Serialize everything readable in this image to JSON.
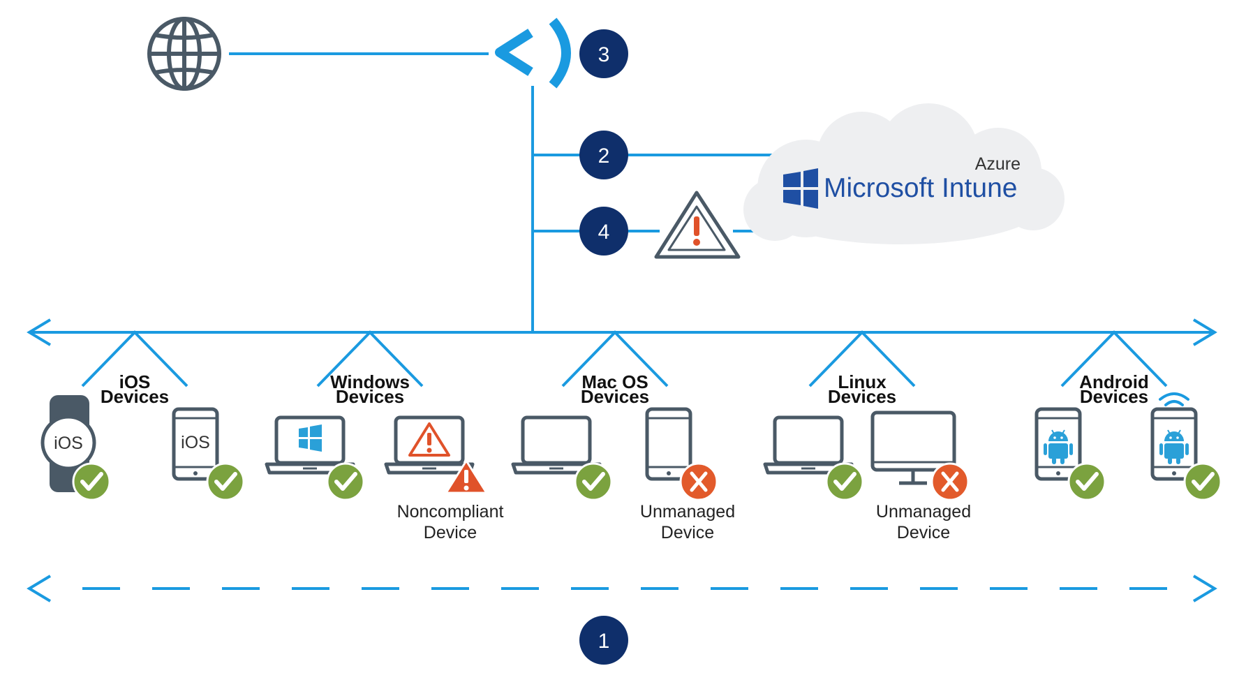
{
  "colors": {
    "line": "#1a9ae0",
    "step_circle": "#0f2f6b",
    "device_stroke": "#4a5966",
    "check_green": "#7ba23f",
    "cross_red": "#e25a2b",
    "warning_red": "#e0522a",
    "intune_blue": "#1f4fa3",
    "cloud": "#eeeff1",
    "windows_logo": "#2aa0d8",
    "android_logo": "#2aa0d8"
  },
  "steps": {
    "s1": "1",
    "s2": "2",
    "s3": "3",
    "s4": "4"
  },
  "cloud": {
    "provider": "Azure",
    "product": "Microsoft Intune",
    "logo_icon": "windows-logo-icon"
  },
  "groups": {
    "ios": {
      "line1": "iOS",
      "line2": "Devices"
    },
    "windows": {
      "line1": "Windows",
      "line2": "Devices"
    },
    "macos": {
      "line1": "Mac OS",
      "line2": "Devices"
    },
    "linux": {
      "line1": "Linux",
      "line2": "Devices"
    },
    "android": {
      "line1": "Android",
      "line2": "Devices"
    }
  },
  "device_text": {
    "watch_os": "iOS",
    "phone_os": "iOS"
  },
  "notes": {
    "noncompliant_line1": "Noncompliant",
    "noncompliant_line2": "Device",
    "unmanaged_mac_line1": "Unmanaged",
    "unmanaged_mac_line2": "Device",
    "unmanaged_linux_line1": "Unmanaged",
    "unmanaged_linux_line2": "Device"
  },
  "icons": {
    "internet": "globe-icon",
    "proxy": "bracket-logo-icon",
    "alert": "warning-triangle-icon",
    "compliant": "check-badge-icon",
    "unmanaged": "x-badge-icon"
  }
}
